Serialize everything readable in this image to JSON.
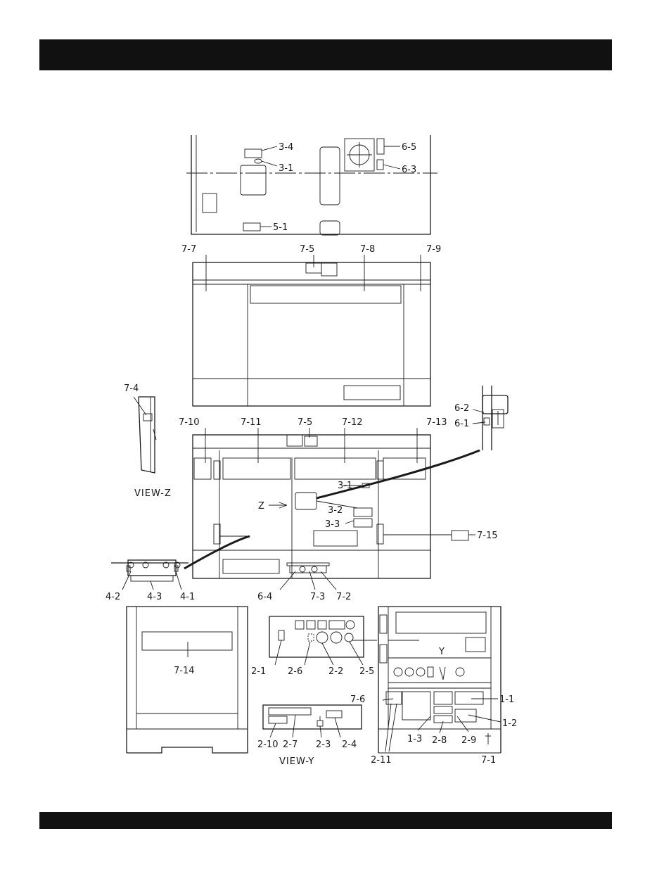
{
  "colors": {
    "header_bar": "#111111",
    "ink": "#1a1a1a",
    "paper": "#ffffff"
  },
  "labels": {
    "l_3_4": "3-4",
    "l_3_1_top": "3-1",
    "l_6_5": "6-5",
    "l_6_3": "6-3",
    "l_5_1": "5-1",
    "l_7_7": "7-7",
    "l_7_5_top": "7-5",
    "l_7_8": "7-8",
    "l_7_9": "7-9",
    "l_7_4": "7-4",
    "l_6_2": "6-2",
    "l_6_1": "6-1",
    "l_7_10": "7-10",
    "l_7_11": "7-11",
    "l_7_5_mid": "7-5",
    "l_7_12": "7-12",
    "l_7_13": "7-13",
    "l_3_1_mid": "3-1",
    "l_z": "Z",
    "l_3_2": "3-2",
    "l_3_3": "3-3",
    "l_7_15": "7-15",
    "l_4_2": "4-2",
    "l_4_3": "4-3",
    "l_4_1": "4-1",
    "l_6_4": "6-4",
    "l_7_3": "7-3",
    "l_7_2": "7-2",
    "l_7_14": "7-14",
    "l_2_1": "2-1",
    "l_2_6": "2-6",
    "l_2_2": "2-2",
    "l_2_5": "2-5",
    "l_2_10": "2-10",
    "l_2_7": "2-7",
    "l_2_3": "2-3",
    "l_2_4": "2-4",
    "l_y": "Y",
    "l_7_6": "7-6",
    "l_1_1": "1-1",
    "l_1_2": "1-2",
    "l_1_3": "1-3",
    "l_2_8": "2-8",
    "l_2_9": "2-9",
    "l_2_11": "2-11",
    "l_7_1": "7-1"
  },
  "views": {
    "view_z": "VIEW-Z",
    "view_y": "VIEW-Y"
  }
}
